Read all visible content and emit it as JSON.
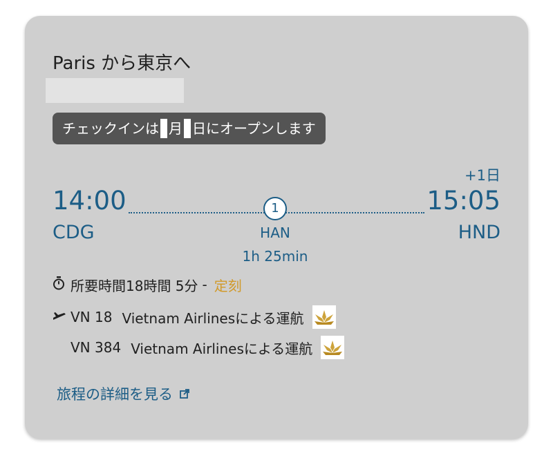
{
  "route": {
    "title": "Paris から東京へ"
  },
  "checkin": {
    "part1": "チェックインは",
    "part2": "月",
    "part3": "日にオープンします"
  },
  "departure": {
    "time": "14:00",
    "code": "CDG"
  },
  "arrival": {
    "time": "15:05",
    "code": "HND",
    "day_offset": "+1日"
  },
  "stop": {
    "count": "1",
    "code": "HAN",
    "layover": "1h 25min"
  },
  "duration": {
    "label": "所要時間18時間 5分",
    "separator": "-",
    "status": "定刻"
  },
  "flights": [
    {
      "number": "VN 18",
      "operator": "Vietnam Airlinesによる運航"
    },
    {
      "number": "VN 384",
      "operator": "Vietnam Airlinesによる運航"
    }
  ],
  "details_link": {
    "label": "旅程の詳細を見る"
  },
  "icons": {
    "duration": "stopwatch-icon",
    "flight": "airplane-icon",
    "airline": "vietnam-airlines-lotus-logo",
    "link": "external-link-icon"
  },
  "colors": {
    "card_background": "#cfcfcf",
    "primary_blue": "#1c5d86",
    "on_time": "#d19a2a",
    "checkin_banner": "#545454"
  }
}
